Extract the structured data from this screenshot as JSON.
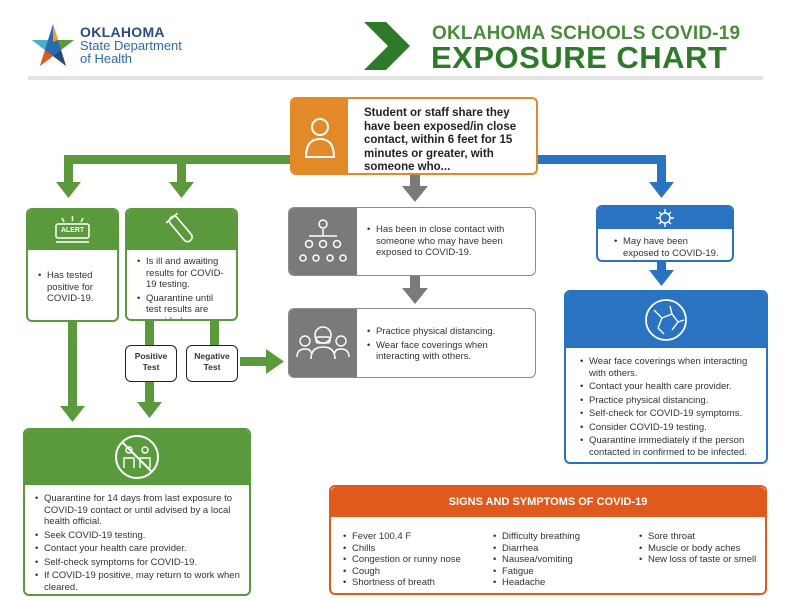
{
  "header": {
    "logo_line1": "OKLAHOMA",
    "logo_line2": "State Department",
    "logo_line3": "of Health",
    "title_line1": "OKLAHOMA SCHOOLS COVID-19",
    "title_line2": "EXPOSURE CHART"
  },
  "top_box": {
    "text": "Student or staff share they have been exposed/in close contact, within 6 feet for 15 minutes or greater, with someone who..."
  },
  "alert_box": {
    "icon_label": "ALERT",
    "text": "Has tested positive for COVID-19."
  },
  "ill_box": {
    "items": [
      "Is ill and awaiting results for COVID-19 testing.",
      "Quarantine until test results are provided."
    ]
  },
  "tests": {
    "positive": "Positive Test",
    "negative": "Negative Test"
  },
  "contact_box": {
    "text": "Has been in close contact with someone who may have been exposed to COVID-19."
  },
  "distance_box": {
    "items": [
      "Practice physical distancing.",
      "Wear face coverings when interacting with others."
    ]
  },
  "exposed_box": {
    "text": "May have been exposed to COVID-19."
  },
  "blue_box": {
    "items": [
      "Wear face coverings when interacting with others.",
      "Contact your health care provider.",
      "Practice physical distancing.",
      "Self-check for COVID-19 symptoms.",
      "Consider COVID-19 testing.",
      "Quarantine immediately if the person contacted in confirmed to be infected."
    ]
  },
  "quarantine_box": {
    "items": [
      "Quarantine for 14 days from last exposure to COVID-19 contact or until advised by a local health official.",
      "Seek COVID-19 testing.",
      "Contact your health care provider.",
      "Self-check symptoms for COVID-19.",
      "If COVID-19 positive, may return to work when cleared."
    ]
  },
  "symptoms": {
    "title": "SIGNS AND SYMPTOMS OF COVID-19",
    "col1": [
      "Fever 100.4 F",
      "Chills",
      "Congestion or runny nose",
      "Cough",
      "Shortness of breath"
    ],
    "col2": [
      "Difficulty breathing",
      "Diarrhea",
      "Nausea/vomiting",
      "Fatigue",
      "Headache"
    ],
    "col3": [
      "Sore throat",
      "Muscle or body aches",
      "New loss of taste or smell"
    ]
  },
  "colors": {
    "green": "#5b9a3c",
    "dark_green": "#2f7a2a",
    "gray": "#7a7a7a",
    "blue": "#2a73c0",
    "orange": "#e28a2a",
    "red": "#e05a1e"
  }
}
